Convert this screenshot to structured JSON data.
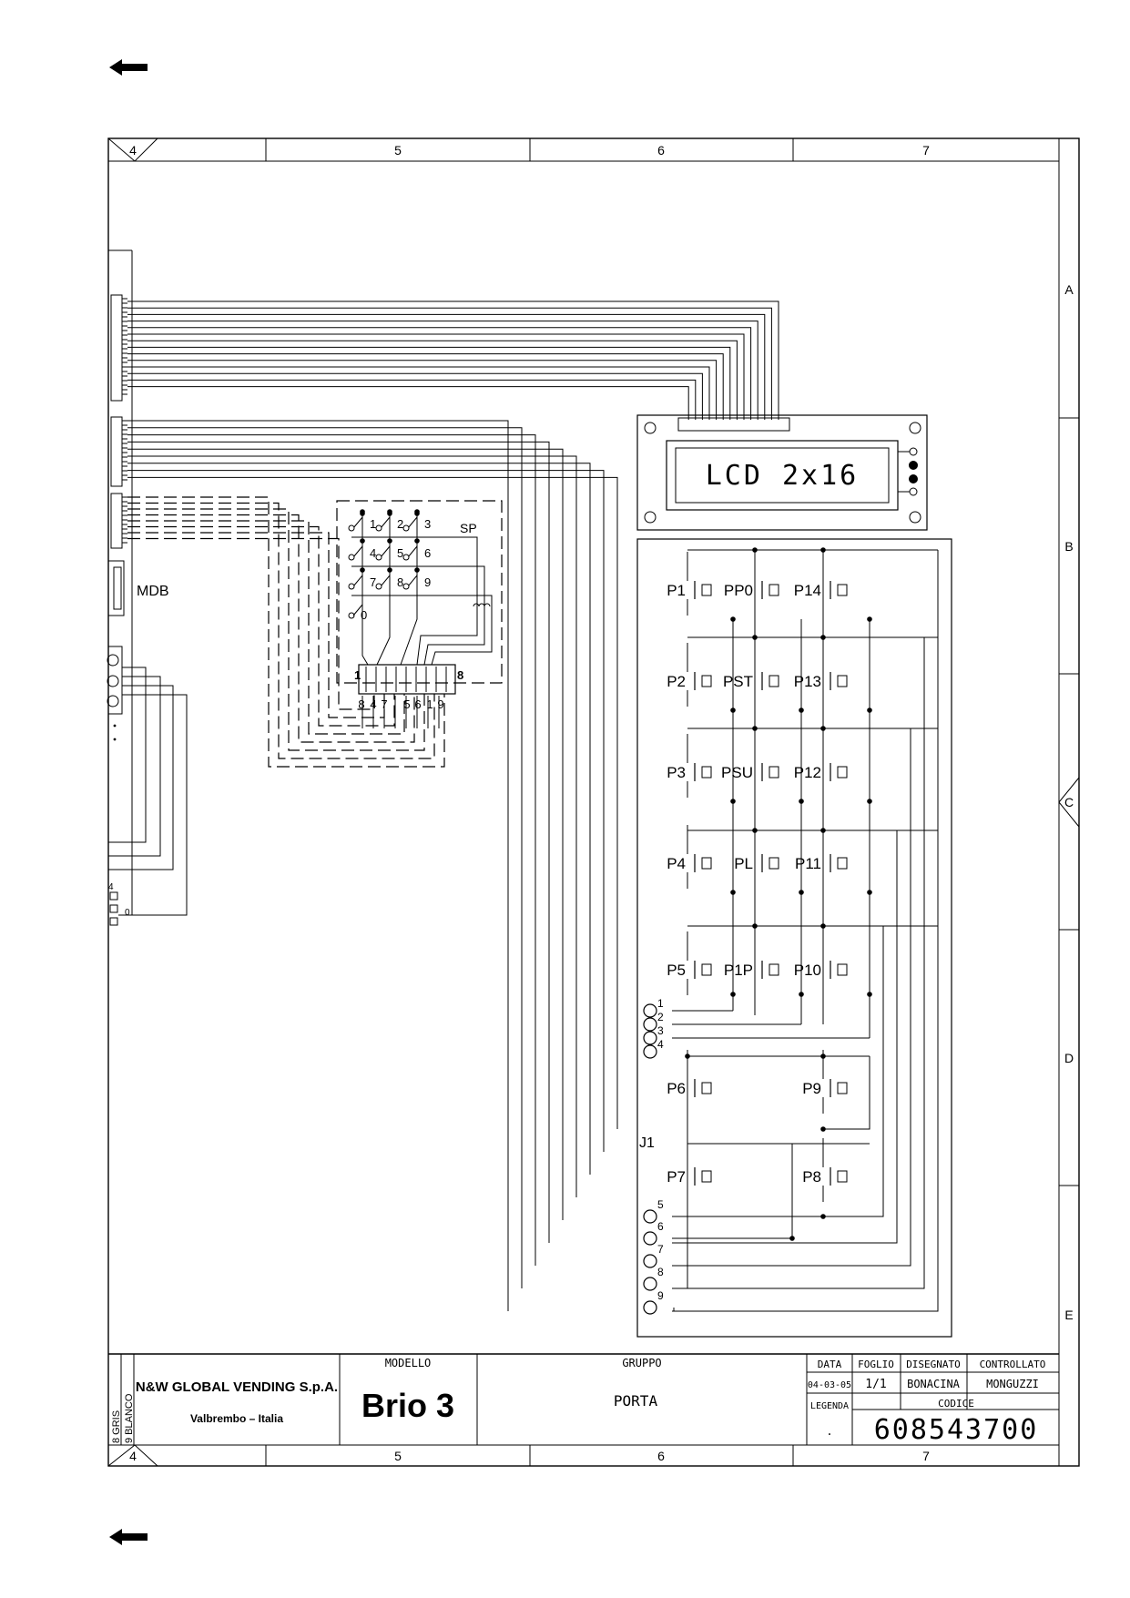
{
  "ruler_top": [
    "4",
    "5",
    "6",
    "7"
  ],
  "ruler_bottom": [
    "4",
    "5",
    "6",
    "7"
  ],
  "ruler_side": [
    "A",
    "B",
    "C",
    "D",
    "E"
  ],
  "lcd": {
    "text": "LCD 2x16"
  },
  "mdb_label": "MDB",
  "keypad": {
    "label": "SP",
    "keys": [
      "1",
      "2",
      "3",
      "4",
      "5",
      "6",
      "7",
      "8",
      "9",
      "0"
    ],
    "connector_start": "1",
    "connector_end": "8",
    "pin_numbers": [
      "8",
      "4",
      "7",
      "5",
      "6",
      "1",
      "9"
    ]
  },
  "buttons": [
    "P1",
    "PP0",
    "P14",
    "P2",
    "PST",
    "P13",
    "P3",
    "PSU",
    "P12",
    "P4",
    "PL",
    "P11",
    "P5",
    "P1P",
    "P10",
    "P6",
    "P9",
    "P7",
    "P8"
  ],
  "connector": {
    "name": "J1",
    "pins_upper": [
      "1",
      "2",
      "3",
      "4"
    ],
    "pins_lower": [
      "5",
      "6",
      "7",
      "8",
      "9"
    ]
  },
  "left_fragments": [
    "4",
    "0"
  ],
  "title_block": {
    "side_labels": [
      "8 GRIS",
      "9 BLANCO"
    ],
    "company": "N&W GLOBAL VENDING S.p.A.",
    "location": "Valbrembo – Italia",
    "modello_label": "MODELLO",
    "modello_value": "Brio 3",
    "gruppo_label": "GRUPPO",
    "gruppo_value": "PORTA",
    "data_label": "DATA",
    "data_value": "04-03-05",
    "foglio_label": "FOGLIO",
    "foglio_value": "1/1",
    "disegnato_label": "DISEGNATO",
    "disegnato_value": "BONACINA",
    "controllato_label": "CONTROLLATO",
    "controllato_value": "MONGUZZI",
    "legenda_label": "LEGENDA",
    "legenda_value": ".",
    "codice_label": "CODICE",
    "codice_value": "608543700"
  }
}
